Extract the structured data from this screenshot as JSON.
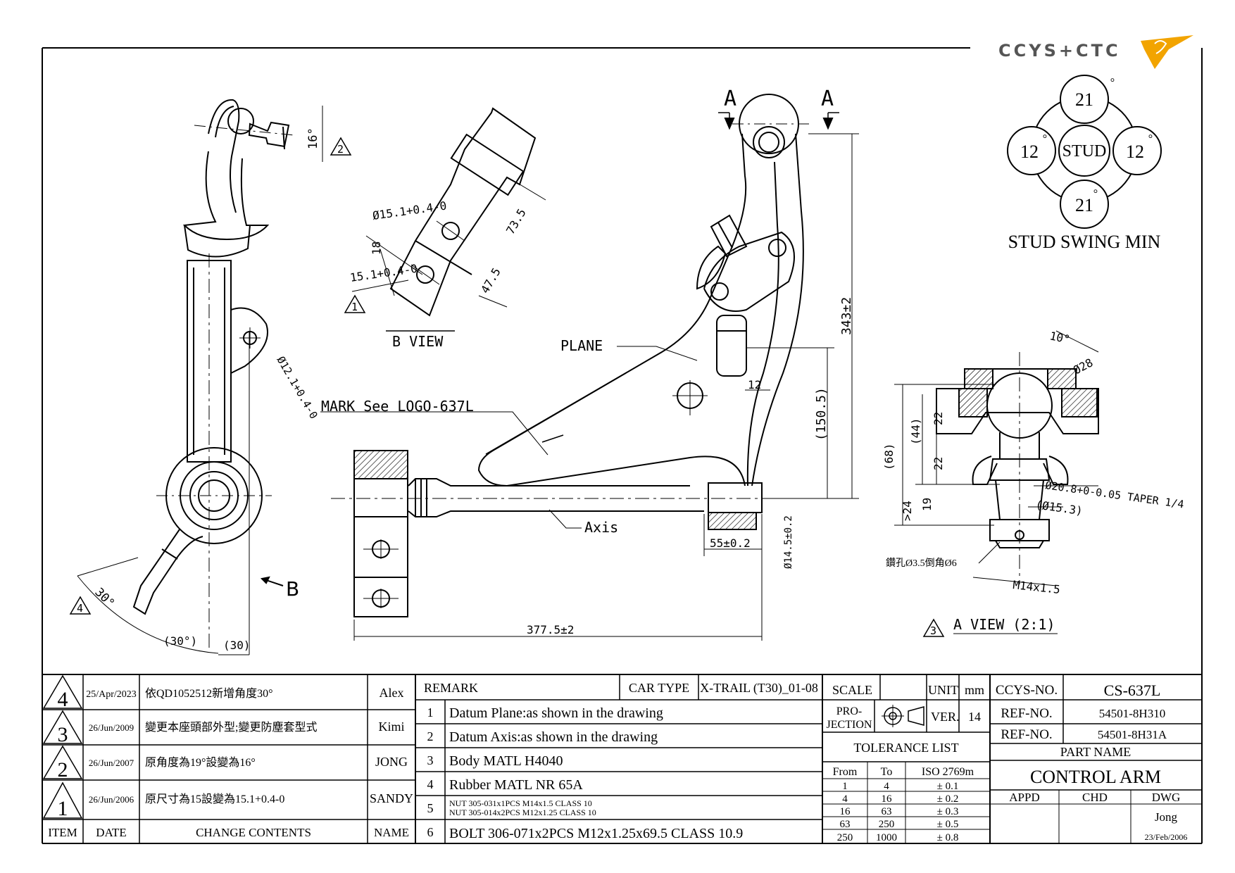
{
  "logo": {
    "text": "CCYS+CTC"
  },
  "stud_swing": {
    "top": "21",
    "left": "12",
    "center": "STUD",
    "right": "12",
    "bottom": "21",
    "unit": "°",
    "caption": "STUD SWING MIN"
  },
  "views": {
    "b_view": "B VIEW",
    "a_view": "A VIEW (2:1)",
    "section_a": "A",
    "arrow_b": "B",
    "labels": {
      "plane": "PLANE",
      "mark": "MARK See LOGO-637L",
      "axis": "Axis"
    }
  },
  "dimensions": {
    "angle_16": "16°",
    "dia_15_1a": "Ø15.1+0.4-0",
    "dim_73_5": "73.5",
    "dim_18": "18",
    "dim_47_5": "47.5",
    "dia_15_1b": "15.1+0.4-0",
    "dia_12_1": "Ø12.1+0.4-0",
    "angle_30": "30°",
    "angle_30p": "(30°)",
    "dim_30p": "(30)",
    "dim_343": "343±2",
    "dim_150_5": "(150.5)",
    "dim_12": "12",
    "dim_55": "55±0.2",
    "dia_14_5": "Ø14.5±0.2",
    "dim_377_5": "377.5±2",
    "angle_10": "10°",
    "dia_28": "Ø28",
    "dim_68": "(68)",
    "dim_44": "(44)",
    "dim_22a": "22",
    "dim_22b": "22",
    "dim_24": ">24",
    "dim_19": "19",
    "taper": "Ø20.8+0-0.05 TAPER 1/4",
    "dia_15_3": "(Ø15.3)",
    "drill": "鑽孔Ø3.5倒角Ø6",
    "thread": "M14x1.5",
    "rev1": "1",
    "rev2": "2",
    "rev3": "3",
    "rev4": "4"
  },
  "revisions": [
    {
      "item": "4",
      "date": "25/Apr/2023",
      "change": "依QD1052512新增角度30°",
      "name": "Alex"
    },
    {
      "item": "3",
      "date": "26/Jun/2009",
      "change": "變更本座頭部外型;變更防塵套型式",
      "name": "Kimi"
    },
    {
      "item": "2",
      "date": "26/Jun/2007",
      "change": "原角度為19°設變為16°",
      "name": "JONG"
    },
    {
      "item": "1",
      "date": "26/Jun/2006",
      "change": "原尺寸為15設變為15.1+0.4-0",
      "name": "SANDY"
    }
  ],
  "revision_headers": {
    "item": "ITEM",
    "date": "DATE",
    "change": "CHANGE CONTENTS",
    "name": "NAME"
  },
  "remarks": {
    "header": "REMARK",
    "car_type_label": "CAR TYPE",
    "car_type": "X-TRAIL (T30)_01-08",
    "items": [
      {
        "no": "1",
        "text": "Datum Plane:as shown in the drawing"
      },
      {
        "no": "2",
        "text": "Datum Axis:as shown in the drawing"
      },
      {
        "no": "3",
        "text": "Body MATL H4040"
      },
      {
        "no": "4",
        "text": "Rubber MATL NR 65A"
      },
      {
        "no": "5",
        "text": "NUT 305-031x1PCS M14x1.5 CLASS 10",
        "text2": "NUT 305-014x2PCS M12x1.25 CLASS 10"
      },
      {
        "no": "6",
        "text": "BOLT 306-071x2PCS M12x1.25x69.5 CLASS 10.9"
      }
    ]
  },
  "title_block": {
    "scale_label": "SCALE",
    "unit_label": "UNIT",
    "unit": "mm",
    "projection_label_1": "PRO-",
    "projection_label_2": "JECTION",
    "ver_label": "VER.",
    "ver": "14",
    "tolerance_title": "TOLERANCE LIST",
    "tolerance_headers": {
      "from": "From",
      "to": "To",
      "std": "ISO 2769m"
    },
    "tolerances": [
      {
        "from": "1",
        "to": "4",
        "tol": "± 0.1"
      },
      {
        "from": "4",
        "to": "16",
        "tol": "± 0.2"
      },
      {
        "from": "16",
        "to": "63",
        "tol": "± 0.3"
      },
      {
        "from": "63",
        "to": "250",
        "tol": "± 0.5"
      },
      {
        "from": "250",
        "to": "1000",
        "tol": "± 0.8"
      }
    ],
    "ccys_no_label": "CCYS-NO.",
    "ccys_no": "CS-637L",
    "ref_no_label": "REF-NO.",
    "ref_no_1": "54501-8H310",
    "ref_no_2": "54501-8H31A",
    "part_name_label": "PART NAME",
    "part_name": "CONTROL ARM",
    "appd": "APPD",
    "chd": "CHD",
    "dwg": "DWG",
    "drawn_by": "Jong",
    "drawn_date": "23/Feb/2006"
  }
}
